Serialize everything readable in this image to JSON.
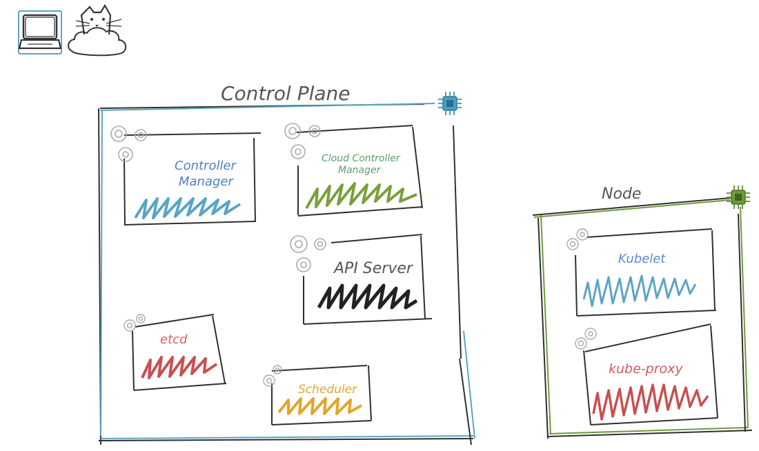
{
  "colors": {
    "ink": "#2f2f2f",
    "blue": "#5aa5c3",
    "green": "#6e9a3c",
    "red": "#c8504e",
    "yellow": "#e0a72a",
    "component_blue": "#4f7fc4",
    "cloud_green": "#5aa06a",
    "apiserver_text": "#555555",
    "etcd_text": "#d76060",
    "scheduler_text": "#e0a72a",
    "kubelet_text": "#5a8ad0",
    "proxy_text": "#d55a5a"
  },
  "icons": [
    "laptop-icon",
    "cat-cloud-icon",
    "chip-icon",
    "gears-icon"
  ],
  "control_plane": {
    "title": "Control Plane",
    "components": {
      "controller_manager": {
        "label_line1": "Controller",
        "label_line2": "Manager"
      },
      "cloud_controller_manager": {
        "label_line1": "Cloud Controller",
        "label_line2": "Manager"
      },
      "api_server": {
        "label": "API Server"
      },
      "etcd": {
        "label": "etcd"
      },
      "scheduler": {
        "label": "Scheduler"
      }
    }
  },
  "node": {
    "title": "Node",
    "components": {
      "kubelet": {
        "label": "Kubelet"
      },
      "kube_proxy": {
        "label": "kube-proxy"
      }
    }
  }
}
